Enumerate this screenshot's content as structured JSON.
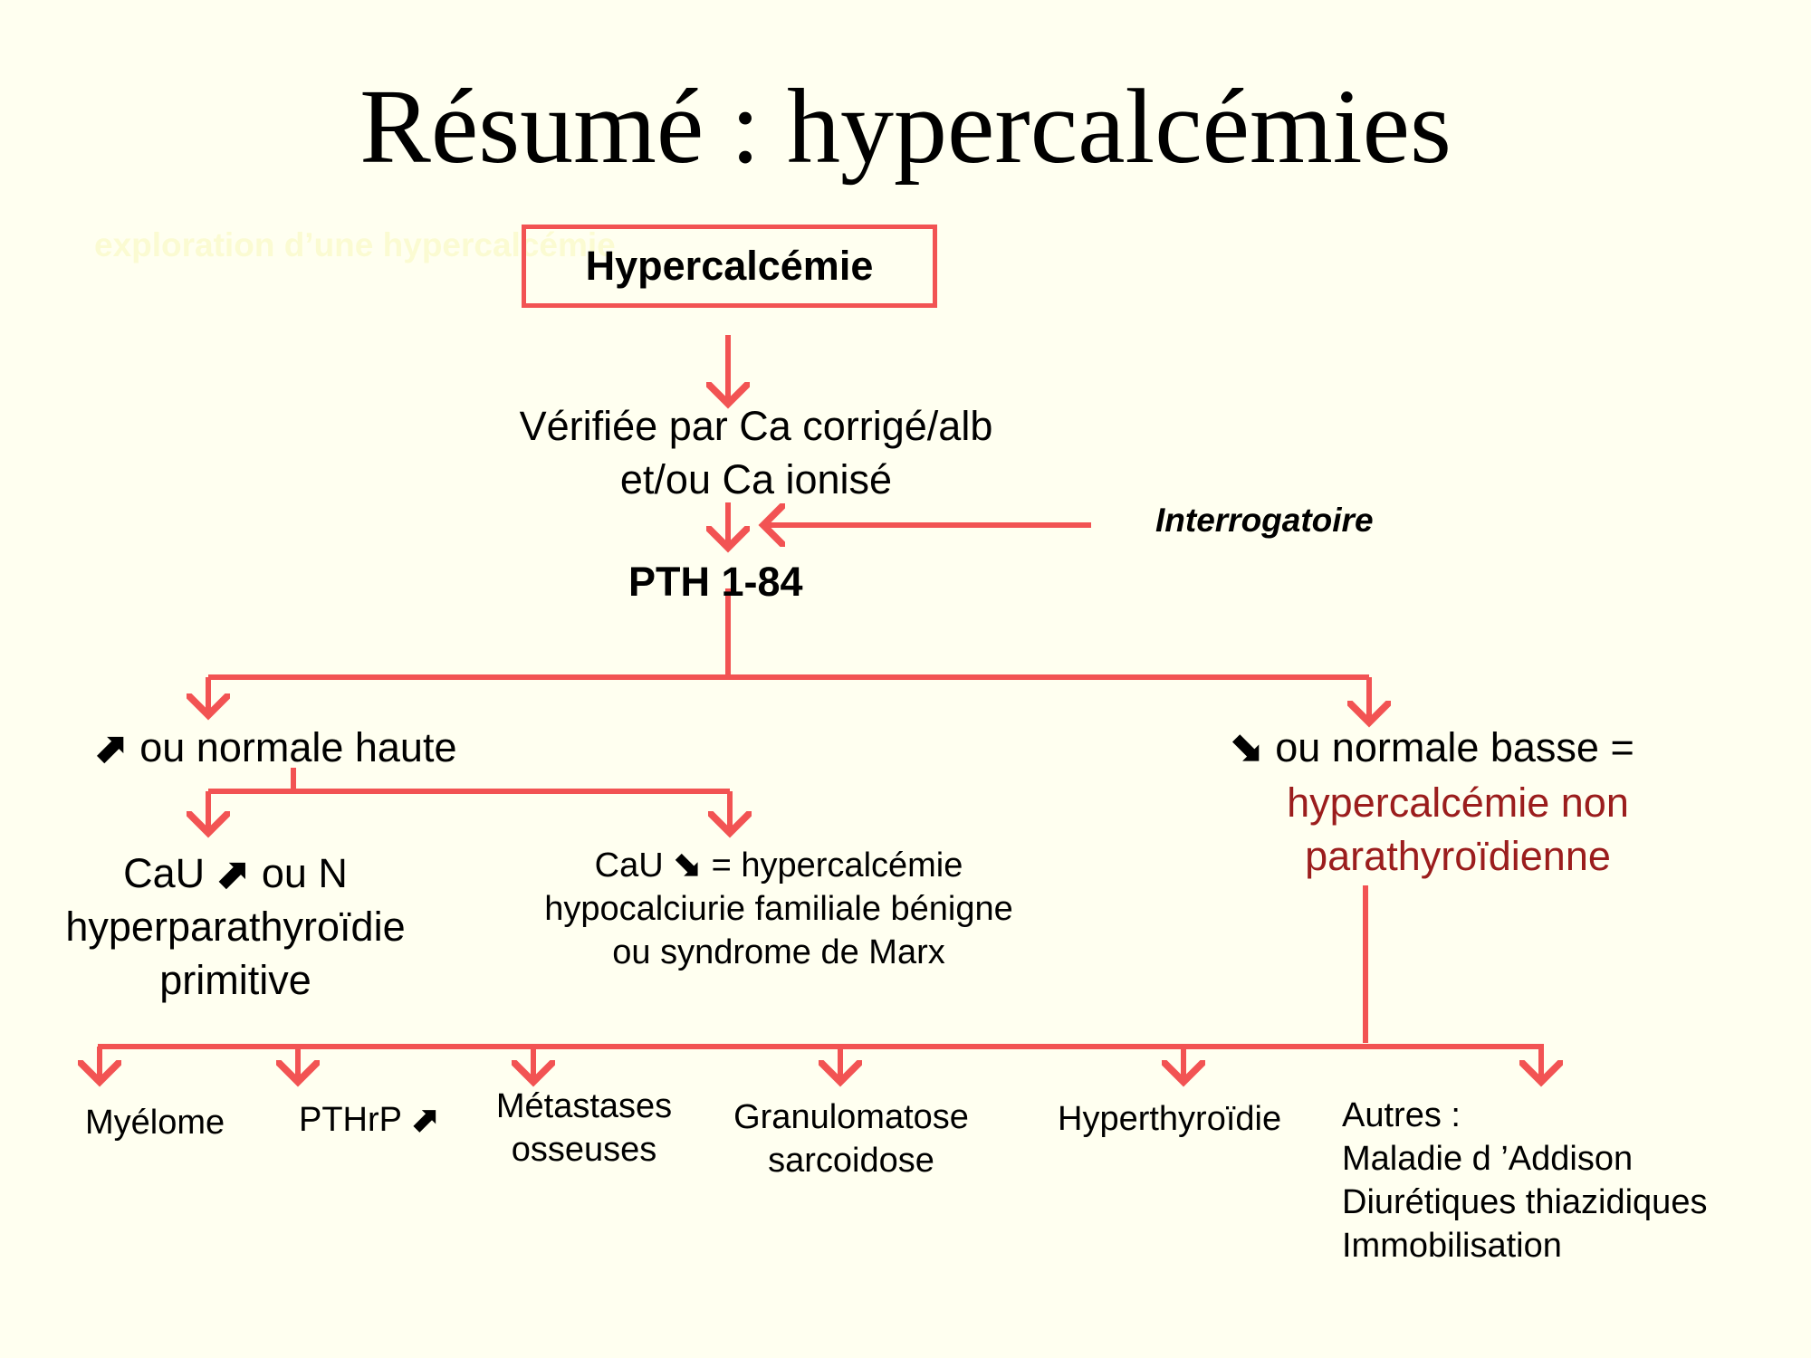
{
  "title": "Résumé : hypercalcémies",
  "ghost_text": "exploration d’une hypercalcémie",
  "root": "Hypercalcémie",
  "verify": [
    "Vérifiée par Ca corrigé/alb",
    "et/ou Ca ionisé"
  ],
  "interrogatoire": "Interrogatoire",
  "pth": "PTH 1-84",
  "left_branch": {
    "arrow": "⬈",
    "label": "ou normale haute"
  },
  "right_branch": {
    "arrow": "⬊",
    "label": "ou normale basse =",
    "sub": [
      "hypercalcémie non",
      "parathyroïdienne"
    ]
  },
  "cau_high": {
    "line1_a": "CaU",
    "arrow": "⬈",
    "line1_b": "ou N",
    "line2": "hyperparathyroïdie",
    "line3": "primitive"
  },
  "cau_low": {
    "line1_a": "CaU",
    "arrow": "⬊",
    "line1_b": "= hypercalcémie",
    "line2": "hypocalciurie familiale bénigne",
    "line3": "ou syndrome de Marx"
  },
  "causes": {
    "myelome": "Myélome",
    "pthrp": "PTHrP",
    "pthrp_arrow": "⬈",
    "metastases": [
      "Métastases",
      "osseuses"
    ],
    "granulomatose": [
      "Granulomatose",
      "sarcoidose"
    ],
    "hyperthyroidie": "Hyperthyroïdie",
    "autres": [
      "Autres :",
      "Maladie d ’Addison",
      "Diurétiques thiazidiques",
      "Immobilisation"
    ]
  },
  "colors": {
    "line": "#f25353",
    "dark_red": "#9b1d1d",
    "background": "#fffff0"
  }
}
